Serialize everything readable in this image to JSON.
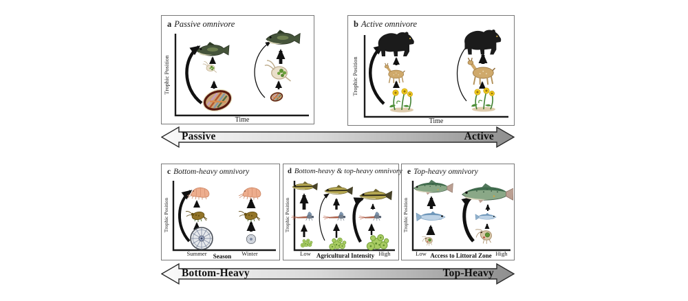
{
  "panels": {
    "a": {
      "letter": "a",
      "title": "Passive omnivore",
      "ylabel": "Trophic Position",
      "xlabel": "Time",
      "organisms": [
        "benthic-algal-resource-icon",
        "zooplankton-icon",
        "fish-icon"
      ]
    },
    "b": {
      "letter": "b",
      "title": "Active omnivore",
      "ylabel": "Trophic Position",
      "xlabel": "Time",
      "organisms": [
        "flowering-plants-icon",
        "deer-fawn-icon",
        "black-bear-icon"
      ]
    },
    "c": {
      "letter": "c",
      "title": "Bottom-heavy omnivory",
      "ylabel": "Trophic Position",
      "xlabel": "Season",
      "ticks": [
        "Summer",
        "Winter"
      ],
      "organisms": [
        "diatom-icon",
        "invertebrate-grazer-icon",
        "amphipod-icon"
      ]
    },
    "d": {
      "letter": "d",
      "title": "Bottom-heavy & top-heavy omnivory",
      "ylabel": "Trophic Position",
      "xlabel": "Agricultural Intensity",
      "ticks": [
        "Low",
        "High"
      ],
      "organisms": [
        "green-algae-icon",
        "mayfly-nymph-icon",
        "minnow-icon"
      ]
    },
    "e": {
      "letter": "e",
      "title": "Top-heavy omnivory",
      "ylabel": "Trophic Position",
      "xlabel": "Access to Littoral Zone",
      "ticks": [
        "Low",
        "High"
      ],
      "organisms": [
        "littoral-shrimp-icon",
        "planktivorous-fish-icon",
        "piscivorous-fish-icon"
      ]
    }
  },
  "gradient_arrows": [
    {
      "left_label": "Passive",
      "right_label": "Active"
    },
    {
      "left_label": "Bottom-Heavy",
      "right_label": "Top-Heavy"
    }
  ],
  "colors": {
    "background": "#ffffff",
    "panel_border": "#787878",
    "axis": "#1a1a1a",
    "arrow_black": "#111111",
    "gradient_arrow_light": "#fafafa",
    "gradient_arrow_mid": "#d8d8d8",
    "gradient_arrow_dark": "#8e8e8e",
    "gradient_arrow_outline": "#2b2b2b"
  }
}
